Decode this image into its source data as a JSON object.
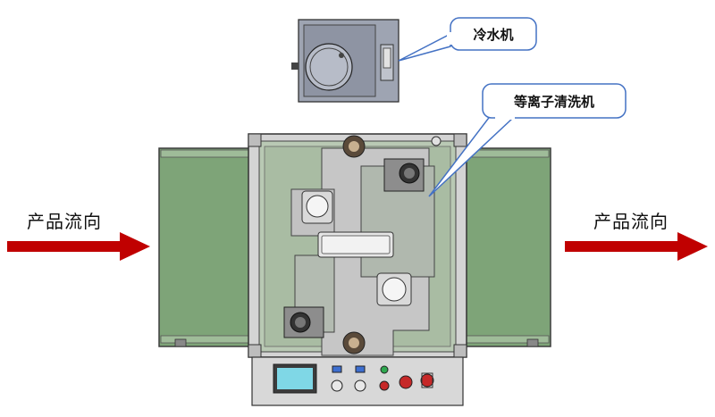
{
  "flow": {
    "left_label": "产品流向",
    "right_label": "产品流向"
  },
  "callouts": {
    "chiller": "冷水机",
    "plasma_cleaner": "等离子清洗机"
  },
  "colors": {
    "arrow": "#c00000",
    "conveyor_belt": "#7fa37a",
    "frame": "#c9c9c9",
    "callout_border": "#4472c4"
  },
  "icons": {
    "flow_arrow": "right-arrow-icon",
    "chiller_unit": "chiller-unit-icon",
    "plasma_head": "plasma-head-icon"
  }
}
